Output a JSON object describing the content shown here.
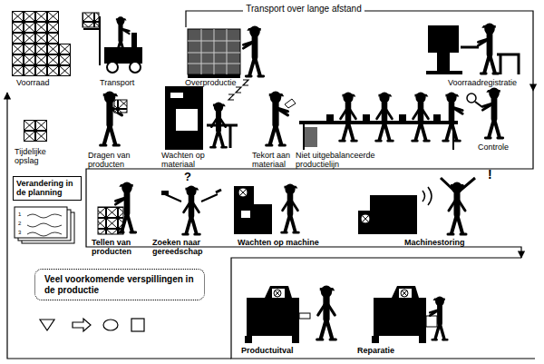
{
  "diagram": {
    "nodes": [
      {
        "text": [
          "Verandering in de planning"
        ]
      },
      {
        "text": [
          "Veel voorkomende verspillingen in de productie"
        ]
      }
    ],
    "labels": [
      "Transport over lange afstand",
      "Voorraad",
      "Transport",
      "Overproductie",
      "Voorraadregistratie",
      "Tijdelijke opslag",
      "Dragen van producten",
      "Wachten op materiaal",
      "Tekort aan materiaal",
      "Niet uitgebalanceerde productielijn",
      "Controle",
      "Tellen van producten",
      "Zoeken naar gereedschap",
      "Wachten op machine",
      "Machinestoring",
      "Productuitval",
      "Reparatie",
      "?",
      "!",
      "1",
      "2",
      "3"
    ]
  }
}
